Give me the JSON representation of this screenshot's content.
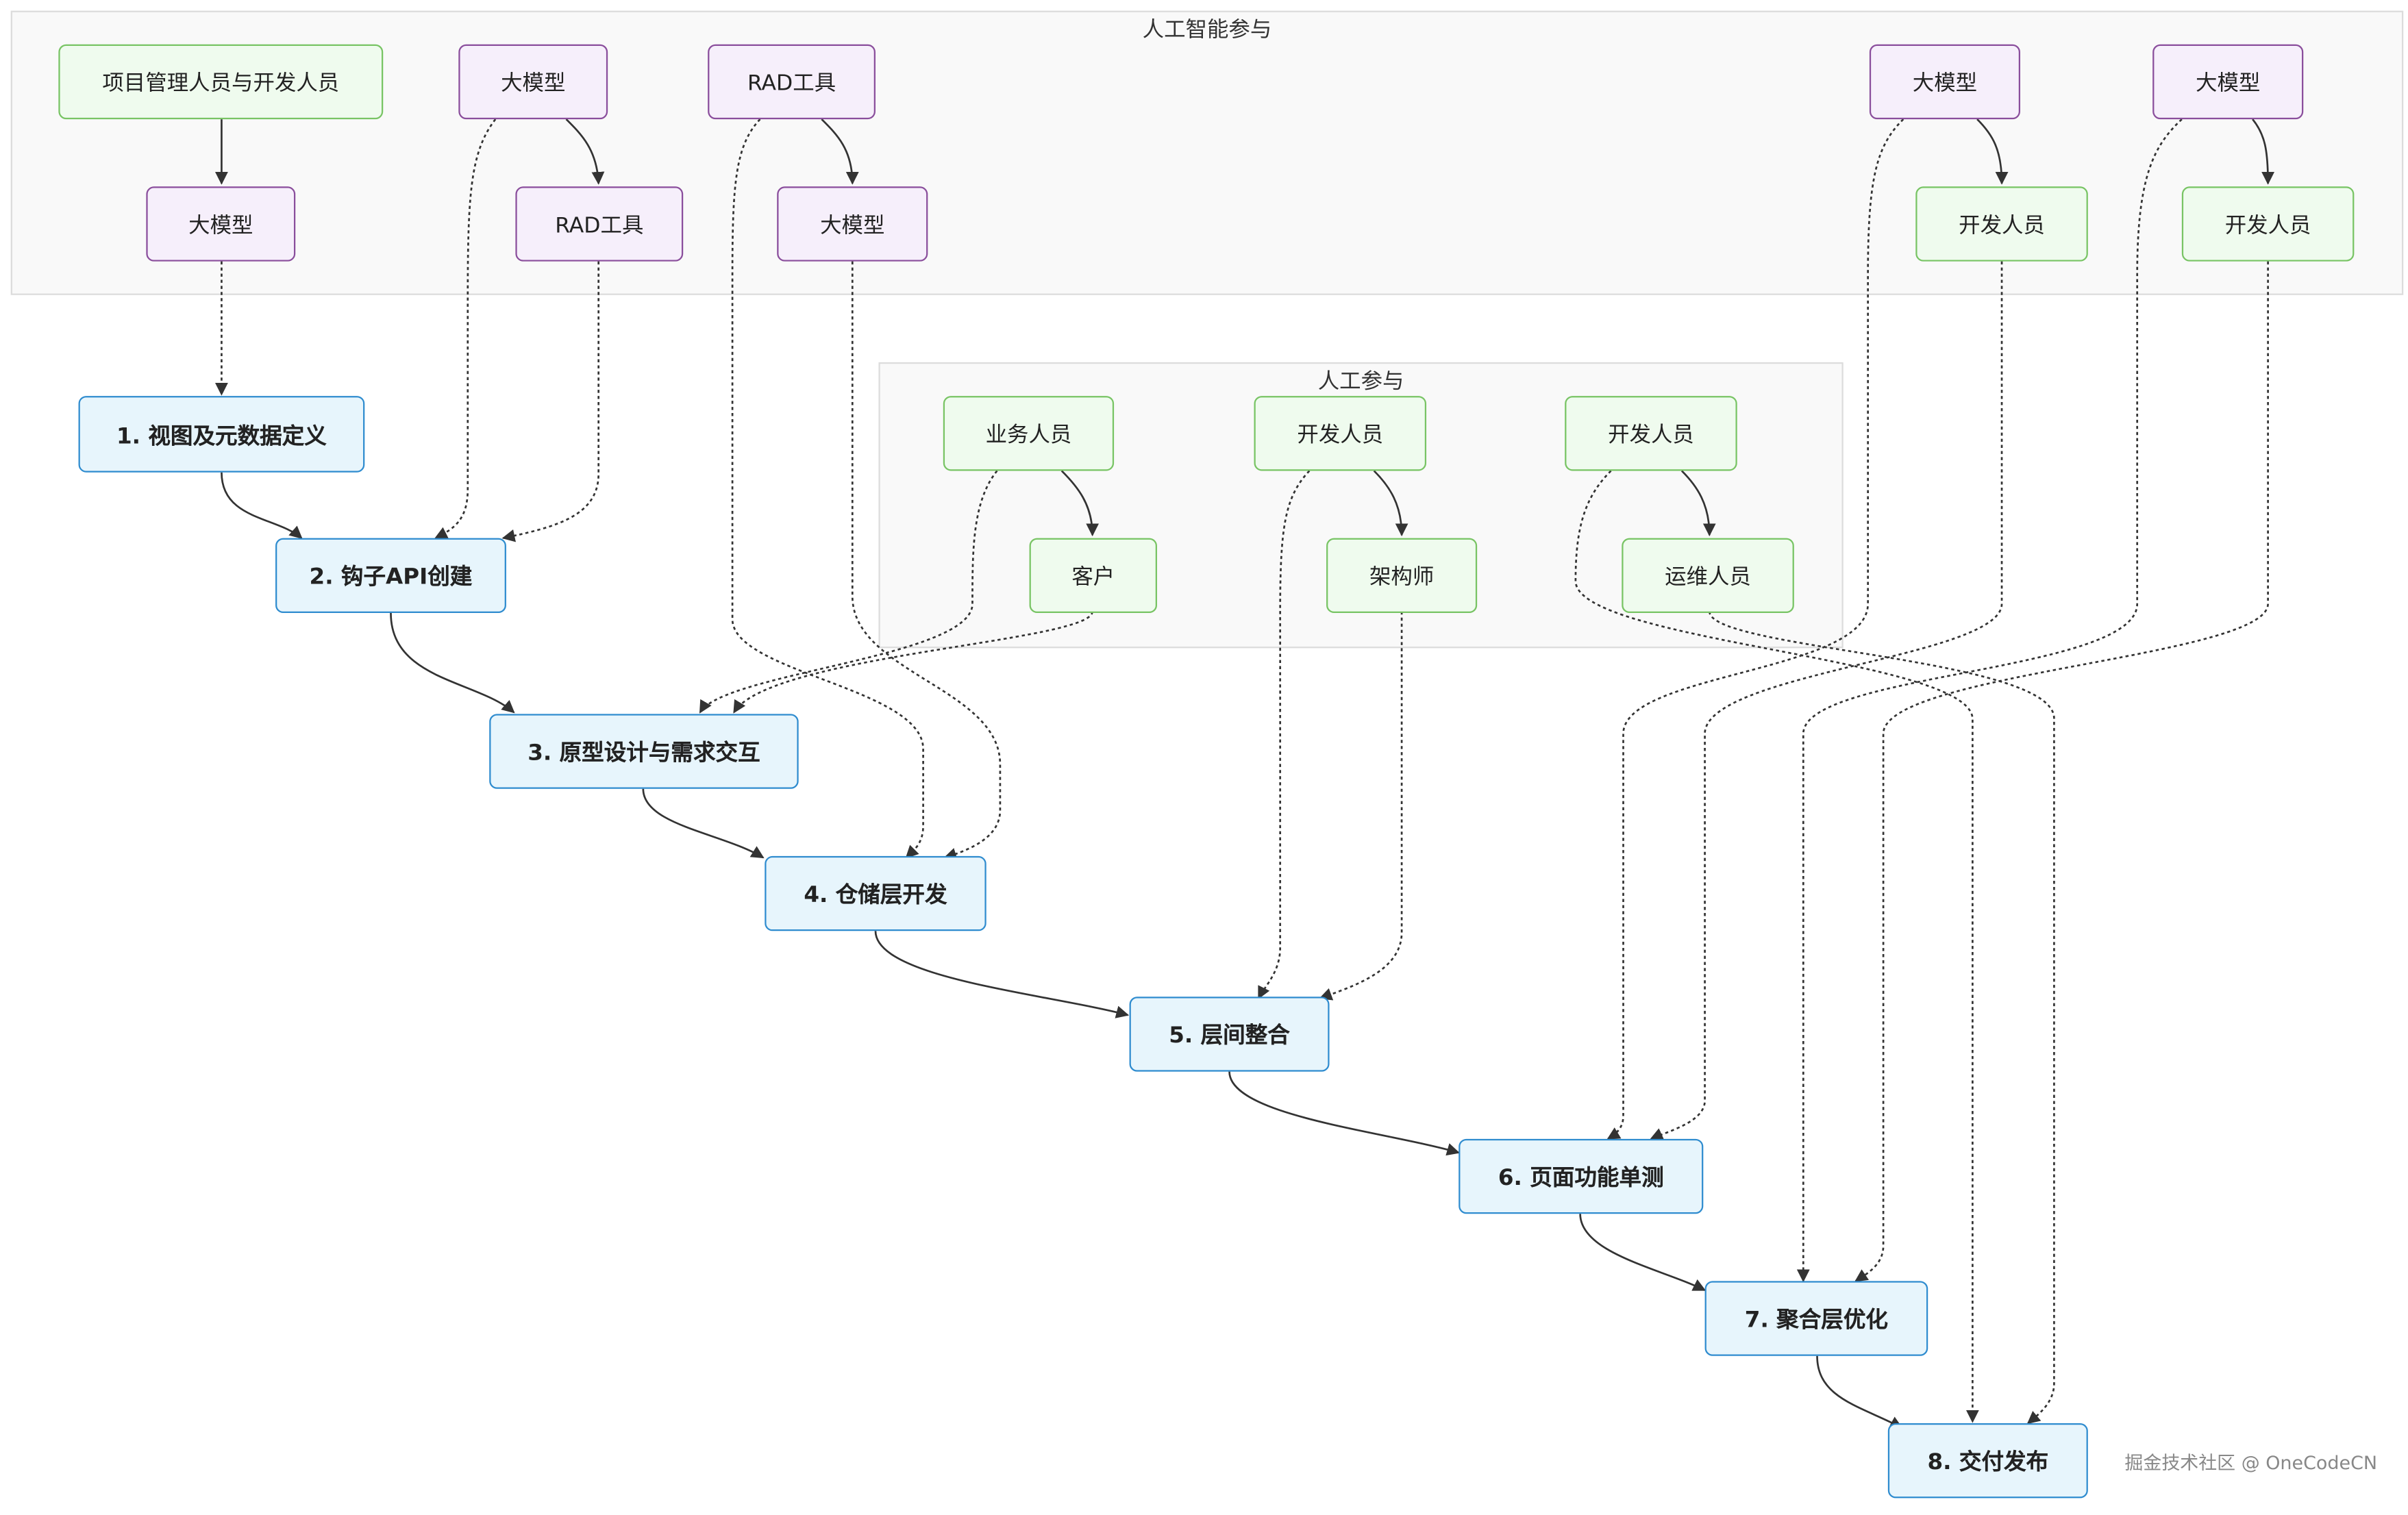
{
  "groups": {
    "ai": "人工智能参与",
    "human": "人工参与"
  },
  "steps": {
    "s1": "1. 视图及元数据定义",
    "s2": "2. 钩子API创建",
    "s3": "3. 原型设计与需求交互",
    "s4": "4. 仓储层开发",
    "s5": "5. 层间整合",
    "s6": "6. 页面功能单测",
    "s7": "7. 聚合层优化",
    "s8": "8. 交付发布"
  },
  "ai_nodes": {
    "pm_dev": "项目管理人员与开发人员",
    "llm_1": "大模型",
    "llm_2": "大模型",
    "rad_1": "RAD工具",
    "rad_2": "RAD工具",
    "llm_3": "大模型",
    "llm_4": "大模型",
    "dev_1": "开发人员",
    "llm_5": "大模型",
    "dev_2": "开发人员"
  },
  "human_nodes": {
    "biz": "业务人员",
    "customer": "客户",
    "dev_a": "开发人员",
    "architect": "架构师",
    "dev_b": "开发人员",
    "ops": "运维人员"
  },
  "watermark": "掘金技术社区 @ OneCodeCN",
  "colors": {
    "human_fill": "#effbee",
    "human_border": "#78c464",
    "ai_fill": "#f6effb",
    "ai_border": "#8a4e9c",
    "step_fill": "#e7f5fc",
    "step_border": "#2f8ccf",
    "cluster_fill": "#f9f9f9"
  }
}
